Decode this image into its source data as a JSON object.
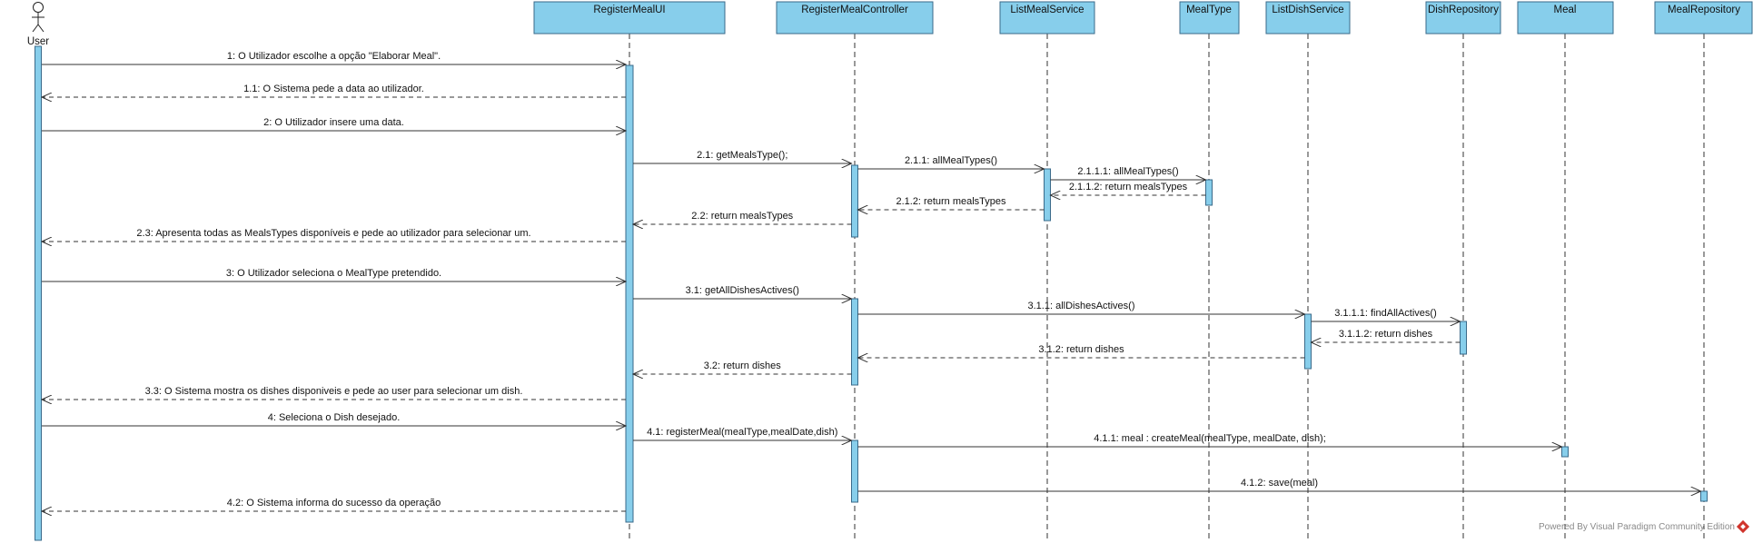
{
  "diagram": {
    "type": "sequence",
    "colors": {
      "box_fill": "#87CEEB",
      "box_stroke": "#3a6a8a",
      "line": "#333333",
      "watermark_logo": "#d0342c"
    },
    "actor": {
      "id": "user",
      "label": "User"
    },
    "lifelines": [
      {
        "id": "ui",
        "label": "RegisterMealUI"
      },
      {
        "id": "ctrl",
        "label": "RegisterMealController"
      },
      {
        "id": "lms",
        "label": "ListMealService"
      },
      {
        "id": "mt",
        "label": "MealType"
      },
      {
        "id": "lds",
        "label": "ListDishService"
      },
      {
        "id": "dr",
        "label": "DishRepository"
      },
      {
        "id": "meal",
        "label": "Meal"
      },
      {
        "id": "mr",
        "label": "MealRepository"
      }
    ],
    "messages": [
      {
        "from": "user",
        "to": "ui",
        "kind": "sync",
        "label": "1: O Utilizador escolhe a opção \"Elaborar Meal\"."
      },
      {
        "from": "ui",
        "to": "user",
        "kind": "return",
        "label": "1.1: O Sistema pede a data ao utilizador."
      },
      {
        "from": "user",
        "to": "ui",
        "kind": "sync",
        "label": "2: O Utilizador insere uma data."
      },
      {
        "from": "ui",
        "to": "ctrl",
        "kind": "sync",
        "label": "2.1: getMealsType();"
      },
      {
        "from": "ctrl",
        "to": "lms",
        "kind": "sync",
        "label": "2.1.1: allMealTypes()"
      },
      {
        "from": "lms",
        "to": "mt",
        "kind": "sync",
        "label": "2.1.1.1: allMealTypes()"
      },
      {
        "from": "mt",
        "to": "lms",
        "kind": "return",
        "label": "2.1.1.2: return mealsTypes"
      },
      {
        "from": "lms",
        "to": "ctrl",
        "kind": "return",
        "label": "2.1.2: return mealsTypes"
      },
      {
        "from": "ctrl",
        "to": "ui",
        "kind": "return",
        "label": "2.2: return mealsTypes"
      },
      {
        "from": "ui",
        "to": "user",
        "kind": "return",
        "label": "2.3: Apresenta todas as MealsTypes disponíveis e pede ao utilizador para selecionar um."
      },
      {
        "from": "user",
        "to": "ui",
        "kind": "sync",
        "label": "3: O Utilizador seleciona o MealType pretendido."
      },
      {
        "from": "ui",
        "to": "ctrl",
        "kind": "sync",
        "label": "3.1: getAllDishesActives()"
      },
      {
        "from": "ctrl",
        "to": "lds",
        "kind": "sync",
        "label": "3.1.1: allDishesActives()"
      },
      {
        "from": "lds",
        "to": "dr",
        "kind": "sync",
        "label": "3.1.1.1: findAllActives()"
      },
      {
        "from": "dr",
        "to": "lds",
        "kind": "return",
        "label": "3.1.1.2: return dishes"
      },
      {
        "from": "lds",
        "to": "ctrl",
        "kind": "return",
        "label": "3.1.2: return dishes"
      },
      {
        "from": "ctrl",
        "to": "ui",
        "kind": "return",
        "label": "3.2: return dishes"
      },
      {
        "from": "ui",
        "to": "user",
        "kind": "return",
        "label": "3.3: O Sistema mostra os dishes disponiveis e pede ao user para selecionar um dish."
      },
      {
        "from": "user",
        "to": "ui",
        "kind": "sync",
        "label": "4: Seleciona o Dish desejado."
      },
      {
        "from": "ui",
        "to": "ctrl",
        "kind": "sync",
        "label": "4.1: registerMeal(mealType,mealDate,dish)"
      },
      {
        "from": "ctrl",
        "to": "meal",
        "kind": "sync",
        "label": "4.1.1: meal : createMeal(mealType, mealDate, dish);"
      },
      {
        "from": "ctrl",
        "to": "mr",
        "kind": "sync",
        "label": "4.1.2: save(meal)"
      },
      {
        "from": "ui",
        "to": "user",
        "kind": "return",
        "label": "4.2: O Sistema informa do sucesso da operação"
      }
    ],
    "watermark": "Powered By  Visual Paradigm Community Edition"
  }
}
